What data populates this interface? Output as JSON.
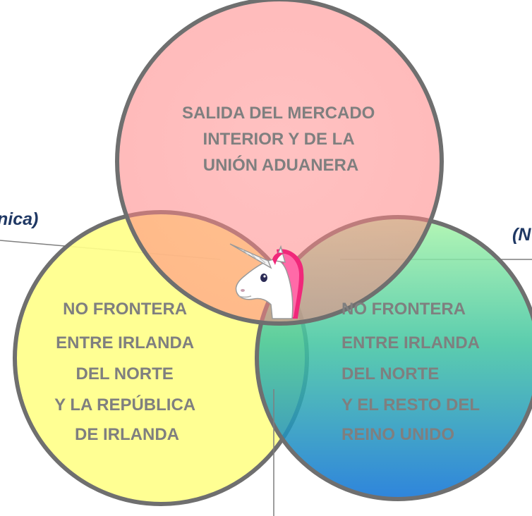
{
  "colors": {
    "red_fill": "#ff8a8a",
    "yellow_fill": "#ffff8a",
    "green_top": "#a8f5a8",
    "blue_bottom": "#0a6fd6",
    "circle_border": "#6f6f6f",
    "circle_text": "#7f7f7f",
    "side_label": "#1f3864"
  },
  "sets": {
    "top": {
      "lines": [
        "SALIDA DEL MERCADO",
        "INTERIOR Y DE LA",
        "UNIÓN ADUANERA"
      ]
    },
    "left": {
      "lines": [
        "NO FRONTERA",
        "ENTRE IRLANDA",
        "DEL NORTE",
        "Y LA REPÚBLICA",
        "DE IRLANDA"
      ]
    },
    "right": {
      "lines": [
        "NO FRONTERA",
        "ENTRE IRLANDA",
        "DEL NORTE",
        "Y EL RESTO DEL",
        "REINO UNIDO"
      ]
    }
  },
  "side_labels": {
    "left": "nica)",
    "right": "(N"
  },
  "center_icon": "unicorn-icon"
}
